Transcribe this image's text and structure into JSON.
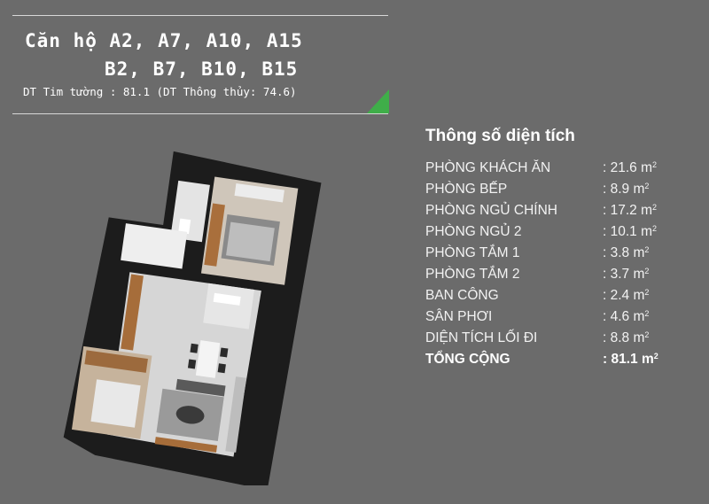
{
  "header": {
    "title_line1": "Căn hộ A2, A7, A10, A15",
    "title_line2": "B2, B7, B10, B15",
    "subtitle": "DT Tim tường : 81.1 (DT Thông thủy: 74.6)"
  },
  "specs": {
    "heading": "Thông số diện tích",
    "unit": "2",
    "rows": [
      {
        "label": "PHÒNG KHÁCH ĂN",
        "value": ": 21.6 m"
      },
      {
        "label": "PHÒNG BẾP",
        "value": ": 8.9 m"
      },
      {
        "label": "PHÒNG NGỦ CHÍNH",
        "value": ": 17.2 m"
      },
      {
        "label": "PHÒNG NGỦ 2",
        "value": ": 10.1 m"
      },
      {
        "label": "PHÒNG TẮM 1",
        "value": ": 3.8 m"
      },
      {
        "label": "PHÒNG TẮM 2",
        "value": ": 3.7 m"
      },
      {
        "label": "BAN CÔNG",
        "value": ": 2.4 m"
      },
      {
        "label": "SÂN PHƠI",
        "value": ": 4.6 m"
      },
      {
        "label": "DIỆN TÍCH LỐI ĐI",
        "value": ": 8.8 m"
      }
    ],
    "total": {
      "label": "TỔNG CỘNG",
      "value": ": 81.1 m"
    }
  },
  "colors": {
    "background": "#6b6b6b",
    "accent": "#3fae49",
    "wall": "#1a1a1a",
    "floor": "#d9d9d9",
    "wood": "#b07a45"
  }
}
